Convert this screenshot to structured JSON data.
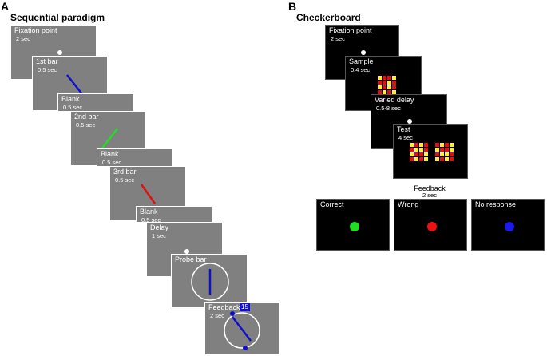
{
  "panelA": {
    "letter": "A",
    "title": "Sequential paradigm",
    "frames": [
      {
        "label": "Fixation point",
        "duration": "2 sec"
      },
      {
        "label": "1st bar",
        "duration": "0.5 sec"
      },
      {
        "label": "Blank",
        "duration": "0.5 sec"
      },
      {
        "label": "2nd bar",
        "duration": "0.5 sec"
      },
      {
        "label": "Blank",
        "duration": "0.5 sec"
      },
      {
        "label": "3rd bar",
        "duration": "0.5 sec"
      },
      {
        "label": "Blank",
        "duration": "0.5 sec"
      },
      {
        "label": "Delay",
        "duration": "1 sec"
      },
      {
        "label": "Probe bar",
        "duration": ""
      },
      {
        "label": "Feedback",
        "duration": "2 sec",
        "badge": "15"
      }
    ]
  },
  "panelB": {
    "letter": "B",
    "title": "Checkerboard",
    "frames": [
      {
        "label": "Fixation point",
        "duration": "2 sec"
      },
      {
        "label": "Sample",
        "duration": "0.4 sec"
      },
      {
        "label": "Varied delay",
        "duration": "0.5-8 sec"
      },
      {
        "label": "Test",
        "duration": "4 sec"
      }
    ],
    "feedback": {
      "title": "Feedback",
      "duration": "2 sec",
      "items": [
        {
          "label": "Correct",
          "color": "#22dd22"
        },
        {
          "label": "Wrong",
          "color": "#ee1111"
        },
        {
          "label": "No response",
          "color": "#1a1aee"
        }
      ]
    }
  },
  "colors": {
    "bar1": "#1010cc",
    "bar2": "#22dd22",
    "bar3": "#dd1111",
    "probe": "#1010cc",
    "checkRed": "#dd1111",
    "checkYellow": "#ffee33"
  }
}
